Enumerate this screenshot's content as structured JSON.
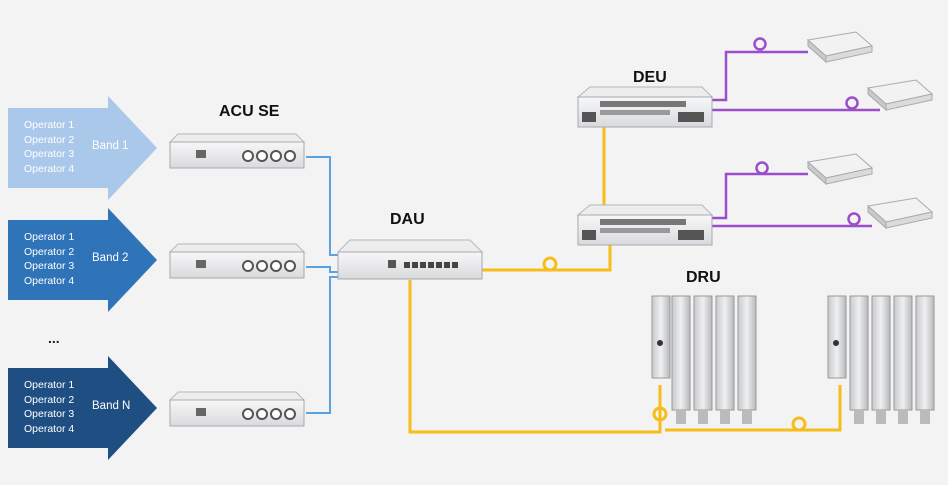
{
  "labels": {
    "acu": "ACU SE",
    "dau": "DAU",
    "deu": "DEU",
    "dru": "DRU",
    "ellipsis": "..."
  },
  "bands": [
    {
      "operators": [
        "Operator 1",
        "Operator 2",
        "Operator 3",
        "Operator 4"
      ],
      "name": "Band 1",
      "color": "#a9c8ea"
    },
    {
      "operators": [
        "Operator 1",
        "Operator 2",
        "Operator 3",
        "Operator 4"
      ],
      "name": "Band 2",
      "color": "#2f73b8"
    },
    {
      "operators": [
        "Operator 1",
        "Operator 2",
        "Operator 3",
        "Operator 4"
      ],
      "name": "Band N",
      "color": "#1f4f82"
    }
  ],
  "colors": {
    "background": "#f3f3f4",
    "rf_link": "#5ba3e0",
    "fiber": "#f5be1b",
    "cat_link": "#9b4dca",
    "device": "#e3e4e6"
  }
}
